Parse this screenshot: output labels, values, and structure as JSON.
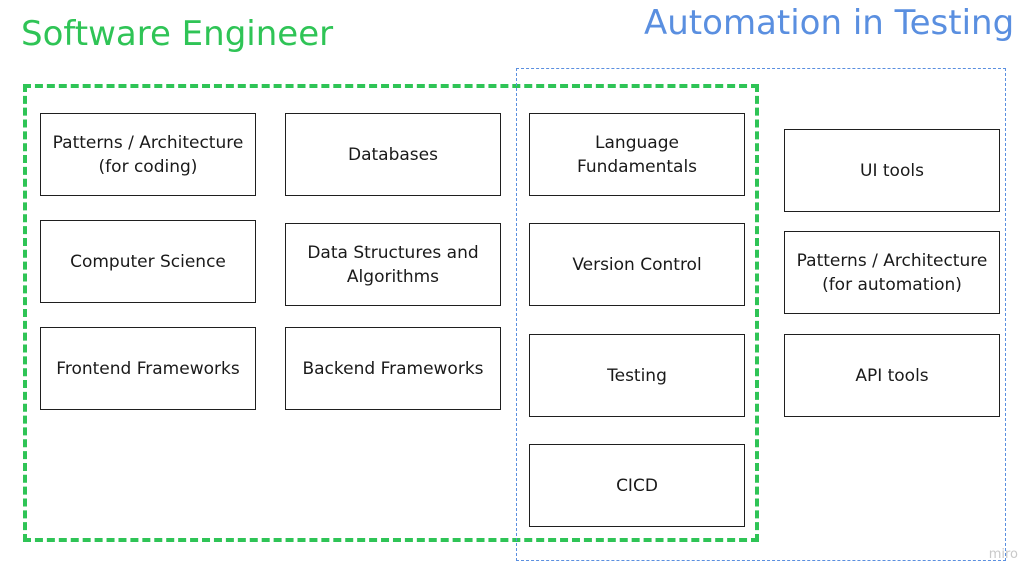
{
  "titles": {
    "software_engineer": "Software Engineer",
    "automation_in_testing": "Automation in Testing"
  },
  "colors": {
    "software_engineer": "#2fc456",
    "automation_in_testing": "#5a8fe0",
    "box_border": "#1f1f1f"
  },
  "boxes": {
    "patterns_coding": "Patterns / Architecture\n(for coding)",
    "databases": "Databases",
    "language_fundamentals": "Language\nFundamentals",
    "ui_tools": "UI tools",
    "computer_science": "Computer Science",
    "data_structures": "Data Structures and\nAlgorithms",
    "version_control": "Version Control",
    "patterns_automation": "Patterns / Architecture\n(for automation)",
    "frontend_frameworks": "Frontend Frameworks",
    "backend_frameworks": "Backend Frameworks",
    "testing": "Testing",
    "api_tools": "API tools",
    "cicd": "CICD"
  },
  "watermark": "miro"
}
